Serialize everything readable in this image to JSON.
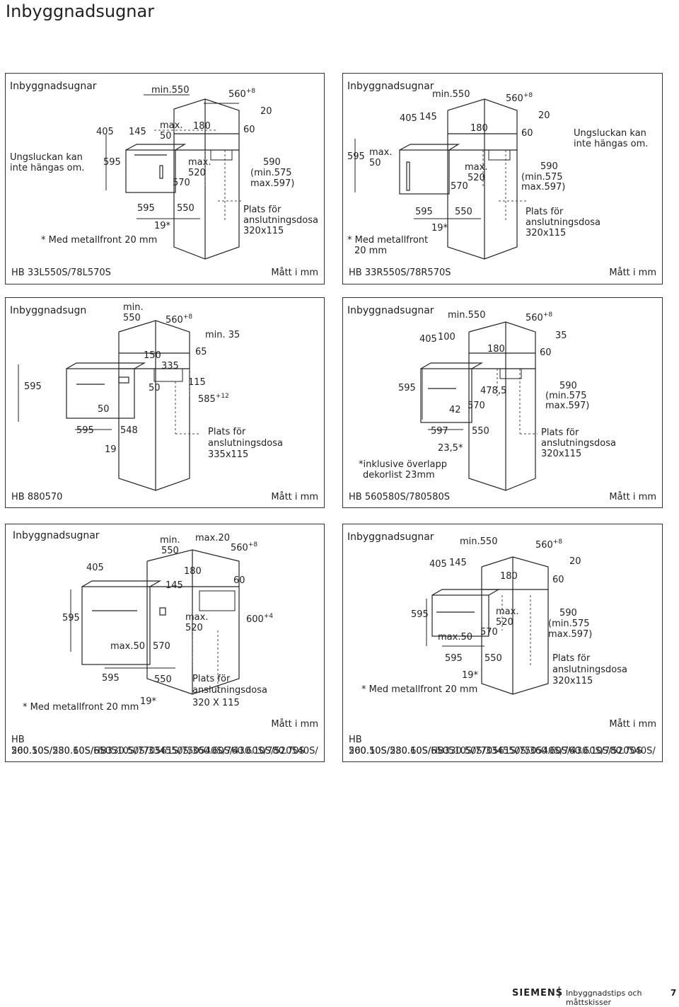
{
  "page": {
    "title": "Inbyggnadsugnar",
    "brand": "SIEMENS",
    "footer_text": "Inbyggnadstips och måttskisser",
    "page_number": "7"
  },
  "panels": [
    {
      "heading": "Inbyggnadsugnar",
      "model": "HB 33L550S/78L570S",
      "units": "Mått i mm",
      "labels": {
        "min550": "min.550",
        "w560": "560",
        "w560sup": "+8",
        "d20": "20",
        "h405": "405",
        "h145": "145",
        "max": "max.",
        "m50": "50",
        "d180": "180",
        "d60": "60",
        "note1": "Ungsluckan kan",
        "note2": "inte hängas om.",
        "h595": "595",
        "max2": "max.",
        "m520": "520",
        "h570": "570",
        "d590": "590",
        "min575": "(min.575",
        "max597": "max.597)",
        "w595": "595",
        "w550": "550",
        "star19": "19*",
        "plats1": "Plats för",
        "plats2": "anslutningsdosa",
        "plats3": "320x115",
        "metal": "* Med metallfront 20 mm"
      }
    },
    {
      "heading": "Inbyggnadsugnar",
      "model": "HB 33R550S/78R570S",
      "units": "Mått i mm",
      "labels": {
        "min550": "min.550",
        "w560": "560",
        "w560sup": "+8",
        "d20": "20",
        "h405": "405",
        "h145": "145",
        "d180": "180",
        "d60": "60",
        "note1": "Ungsluckan kan",
        "note2": "inte hängas om.",
        "h595": "595",
        "max": "max.",
        "m50": "50",
        "max2": "max.",
        "m520": "520",
        "h570": "570",
        "d590": "590",
        "min575": "(min.575",
        "max597": "max.597)",
        "w595": "595",
        "w550": "550",
        "star19": "19*",
        "plats1": "Plats för",
        "plats2": "anslutningsdosa",
        "plats3": "320x115",
        "metal1": "* Med metallfront",
        "metal2": "20 mm"
      }
    },
    {
      "heading": "Inbyggnadsugn",
      "model": "HB 880570",
      "units": "Mått i mm",
      "labels": {
        "min": "min.",
        "m550": "550",
        "w560": "560",
        "w560sup": "+8",
        "min35": "min. 35",
        "d150": "150",
        "d65": "65",
        "d335": "335",
        "h595": "595",
        "d50": "50",
        "d115": "115",
        "d585": "585",
        "d585sup": "+12",
        "h50": "50",
        "w595": "595",
        "w548": "548",
        "d19": "19",
        "plats1": "Plats för",
        "plats2": "anslutningsdosa",
        "plats3": "335x115"
      }
    },
    {
      "heading": "Inbyggnadsugnar",
      "model": "HB 560580S/780580S",
      "units": "Mått i mm",
      "labels": {
        "min550": "min.550",
        "w560": "560",
        "w560sup": "+8",
        "d35": "35",
        "h405": "405",
        "h100": "100",
        "d180": "180",
        "d60": "60",
        "h595": "595",
        "d4785": "478,5",
        "d590": "590",
        "min575": "(min.575",
        "max597": "max.597)",
        "d42": "42",
        "h570": "570",
        "w597": "597",
        "w550": "550",
        "d235": "23,5*",
        "incl1": "*inklusive överlapp",
        "incl2": "dekorlist 23mm",
        "plats1": "Plats för",
        "plats2": "anslutningsdosa",
        "plats3": "320x115"
      }
    },
    {
      "heading": "Inbyggnadsugnar",
      "model_line1": "HB 200.10S/230.10S/HB330.50S/334550S/360.60S/430.10S/520540S/",
      "model_line2": "560.50S/580.60S/650510S/770561S/750540S/760.60S/780.70S",
      "units": "Mått i mm",
      "labels": {
        "min": "min.",
        "m550": "550",
        "max20": "max.20",
        "w560": "560",
        "w560sup": "+8",
        "h405": "405",
        "d180": "180",
        "h145": "145",
        "d60": "60",
        "h595": "595",
        "max": "max.",
        "m520": "520",
        "d600": "600",
        "d600sup": "+4",
        "max50": "max.50",
        "h570": "570",
        "w595": "595",
        "w550": "550",
        "plats1": "Plats för",
        "plats2": "anslutningsdosa",
        "plats3": "320 X 115",
        "metal": "* Med metallfront 20 mm",
        "star19": "19*"
      }
    },
    {
      "heading": "Inbyggnadsugnar",
      "model_line1": "HB 200.10S/230.10S/HB330.50S/334550S/360.60S/430.10S/520540S/",
      "model_line2": "560.50S/580.60S/650510S/770561S/750540S/760.60S/780.70S",
      "units": "Mått i mm",
      "labels": {
        "min550": "min.550",
        "w560": "560",
        "w560sup": "+8",
        "d20": "20",
        "h405": "405",
        "h145": "145",
        "d180": "180",
        "d60": "60",
        "h595": "595",
        "max": "max.",
        "m520": "520",
        "d590": "590",
        "min575": "(min.575",
        "max597": "max.597)",
        "max50": "max.50",
        "h570": "570",
        "w595": "595",
        "w550": "550",
        "plats1": "Plats för",
        "plats2": "anslutningsdosa",
        "plats3": "320x115",
        "star19": "19*",
        "metal": "* Med metallfront 20 mm"
      }
    }
  ]
}
